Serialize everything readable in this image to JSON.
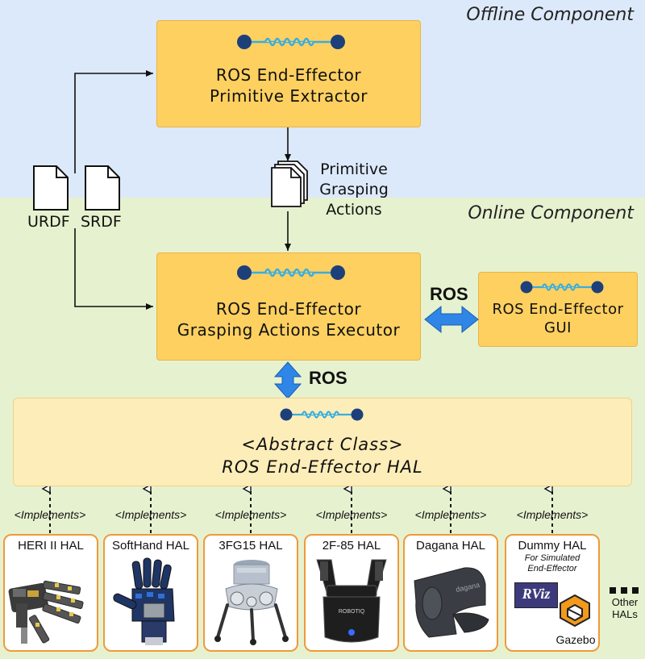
{
  "zones": {
    "offline_title": "Offline Component",
    "online_title": "Online Component"
  },
  "extractor": {
    "line1": "ROS End-Effector",
    "line2": "Primitive Extractor"
  },
  "files": {
    "urdf": "URDF",
    "srdf": "SRDF"
  },
  "primitive_actions": {
    "line1": "Primitive",
    "line2": "Grasping",
    "line3": "Actions"
  },
  "executor": {
    "line1": "ROS End-Effector",
    "line2": "Grasping Actions Executor"
  },
  "gui": {
    "line1": "ROS End-Effector",
    "line2": "GUI"
  },
  "ros_links": {
    "executor_gui": "ROS",
    "executor_hal": "ROS"
  },
  "hal": {
    "line1": "<Abstract Class>",
    "line2": "ROS End-Effector HAL"
  },
  "implementations": [
    {
      "tag": "<Implements>",
      "title": "HERI II HAL"
    },
    {
      "tag": "<Implements>",
      "title": "SoftHand HAL"
    },
    {
      "tag": "<Implements>",
      "title": "3FG15 HAL"
    },
    {
      "tag": "<Implements>",
      "title": "2F-85 HAL"
    },
    {
      "tag": "<Implements>",
      "title": "Dagana HAL"
    },
    {
      "tag": "<Implements>",
      "title": "Dummy HAL",
      "subtitle1": "For Simulated",
      "subtitle2": "End-Effector",
      "logo1": "RViz",
      "logo2": "Gazebo"
    }
  ],
  "others": {
    "line1": "Other",
    "line2": "HALs"
  },
  "logos": {
    "robotiq": "ROBOTIQ",
    "dagana": "dagana"
  },
  "colors": {
    "box_fill": "#fdd060",
    "hal_fill": "#fdedb8",
    "offline_bg": "#dce9fa",
    "online_bg": "#e6f2cf",
    "card_border": "#ef9a3c",
    "ros_arrow": "#2f86e6",
    "ros_node": "#1d3f7a",
    "ros_spring": "#38aee0"
  }
}
